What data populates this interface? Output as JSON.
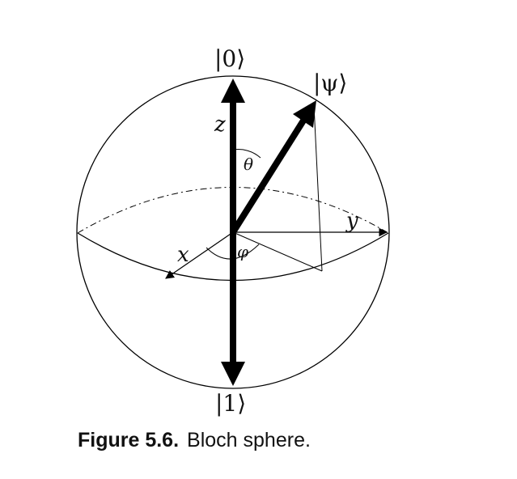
{
  "diagram": {
    "labels": {
      "ket_zero": "|0⟩",
      "ket_one": "|1⟩",
      "ket_psi": "|ψ⟩",
      "axis_x": "x",
      "axis_y": "y",
      "axis_z": "z",
      "angle_theta": "θ",
      "angle_phi": "φ"
    },
    "colors": {
      "stroke": "#000000",
      "background": "#ffffff"
    }
  },
  "caption": {
    "number": "Figure 5.6.",
    "text": "Bloch sphere."
  }
}
